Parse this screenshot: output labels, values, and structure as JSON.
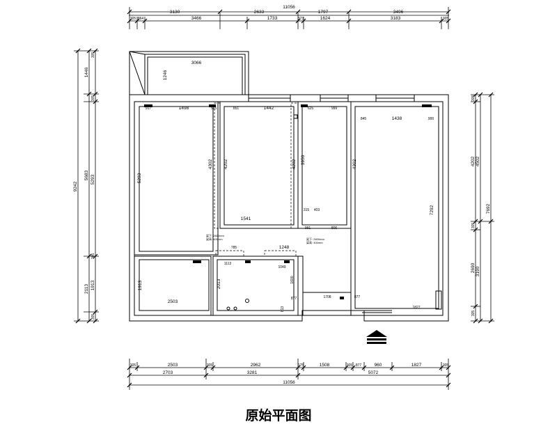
{
  "caption": "原始平面图",
  "dimensions": {
    "top_overall": "11056",
    "top_row1": [
      "3130",
      "2633",
      "1797",
      "3496"
    ],
    "top_row2": [
      "305",
      "864",
      "3466",
      "1733",
      "373",
      "1624",
      "3183",
      "305"
    ],
    "bottom_row1": [
      "305",
      "2503",
      "305",
      "2962",
      "175",
      "1508",
      "305",
      "877",
      "960",
      "1827",
      "305"
    ],
    "bottom_row2": [
      "2703",
      "3281",
      "5072"
    ],
    "bottom_overall": "11056",
    "left_outer": "9242",
    "left_upper": [
      "1446",
      "5683",
      "2113"
    ],
    "left_inner": [
      "305",
      "305",
      "5293",
      "305",
      "1913",
      "305"
    ],
    "right_inner": [
      "305",
      "4202",
      "305",
      "2690",
      "305"
    ],
    "right_outer": [
      "4502",
      "7692",
      "3190"
    ],
    "interior": {
      "balcony_width": "3066",
      "balcony_depth": "1246",
      "bed1_widths": [
        "917",
        "1498",
        "515"
      ],
      "bed1_height": "5293",
      "bed2_widths": [
        "851",
        "1442"
      ],
      "bed2_heights": [
        "4302",
        "4202",
        "4202"
      ],
      "bed2_bottom": "1541",
      "bed3_widths": [
        "625",
        "999"
      ],
      "bed3_height": "3950",
      "bed3_side": "4302",
      "closet_widths": [
        "315",
        "403"
      ],
      "closet_bottom": [
        "991",
        "806"
      ],
      "living_widths": [
        "845",
        "1438",
        "900"
      ],
      "living_height": "7292",
      "hall_widths": [
        "785",
        "1248"
      ],
      "kitchen_width": "1113",
      "kitchen_height": "2013",
      "bath_width": "1049",
      "bath_height": "1600",
      "bath_small": [
        "813",
        "877"
      ],
      "bed4_height": "1913",
      "bed4_width": "2503",
      "entry_widths": [
        "1708",
        "877"
      ],
      "living_bottom": "1827"
    },
    "beam_notes": [
      "梁下: 2600mm",
      "梁高: 400mm",
      "梁下: 2600mm",
      "梁高: 400mm"
    ]
  }
}
